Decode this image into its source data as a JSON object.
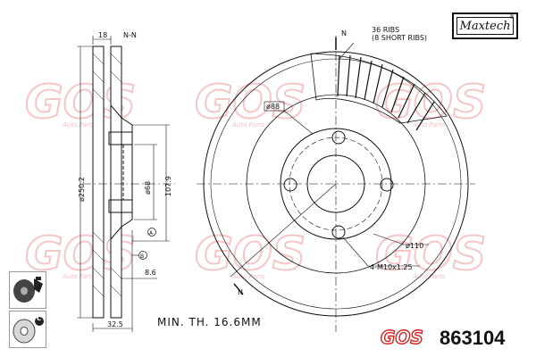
{
  "brand": {
    "logo_text": "Maxtech",
    "trademark": "®",
    "watermark_text": "GOS",
    "watermark_sub": "Auto Parts"
  },
  "part_number": "863104",
  "min_thickness": "MIN. TH. 16.6MM",
  "section": {
    "label": "N-N",
    "width_top": "18",
    "diameter": "ø250.2",
    "diameter_hub": "ø68",
    "height": "107.9",
    "offset": "8.6",
    "width_bottom": "32.5",
    "marker_a": "A",
    "marker_b": "B"
  },
  "front": {
    "ribs_line1": "36 RIBS",
    "ribs_line2": "(8 SHORT RIBS)",
    "center_bore": "ø88",
    "pcd": "ø110",
    "holes": "4-M10x1.25",
    "cut_top": "N",
    "cut_bottom": "N"
  },
  "icons": {
    "top": "disc-brake-pad-icon",
    "bottom": "disc-spray-icon",
    "bottom_letter": "C"
  }
}
